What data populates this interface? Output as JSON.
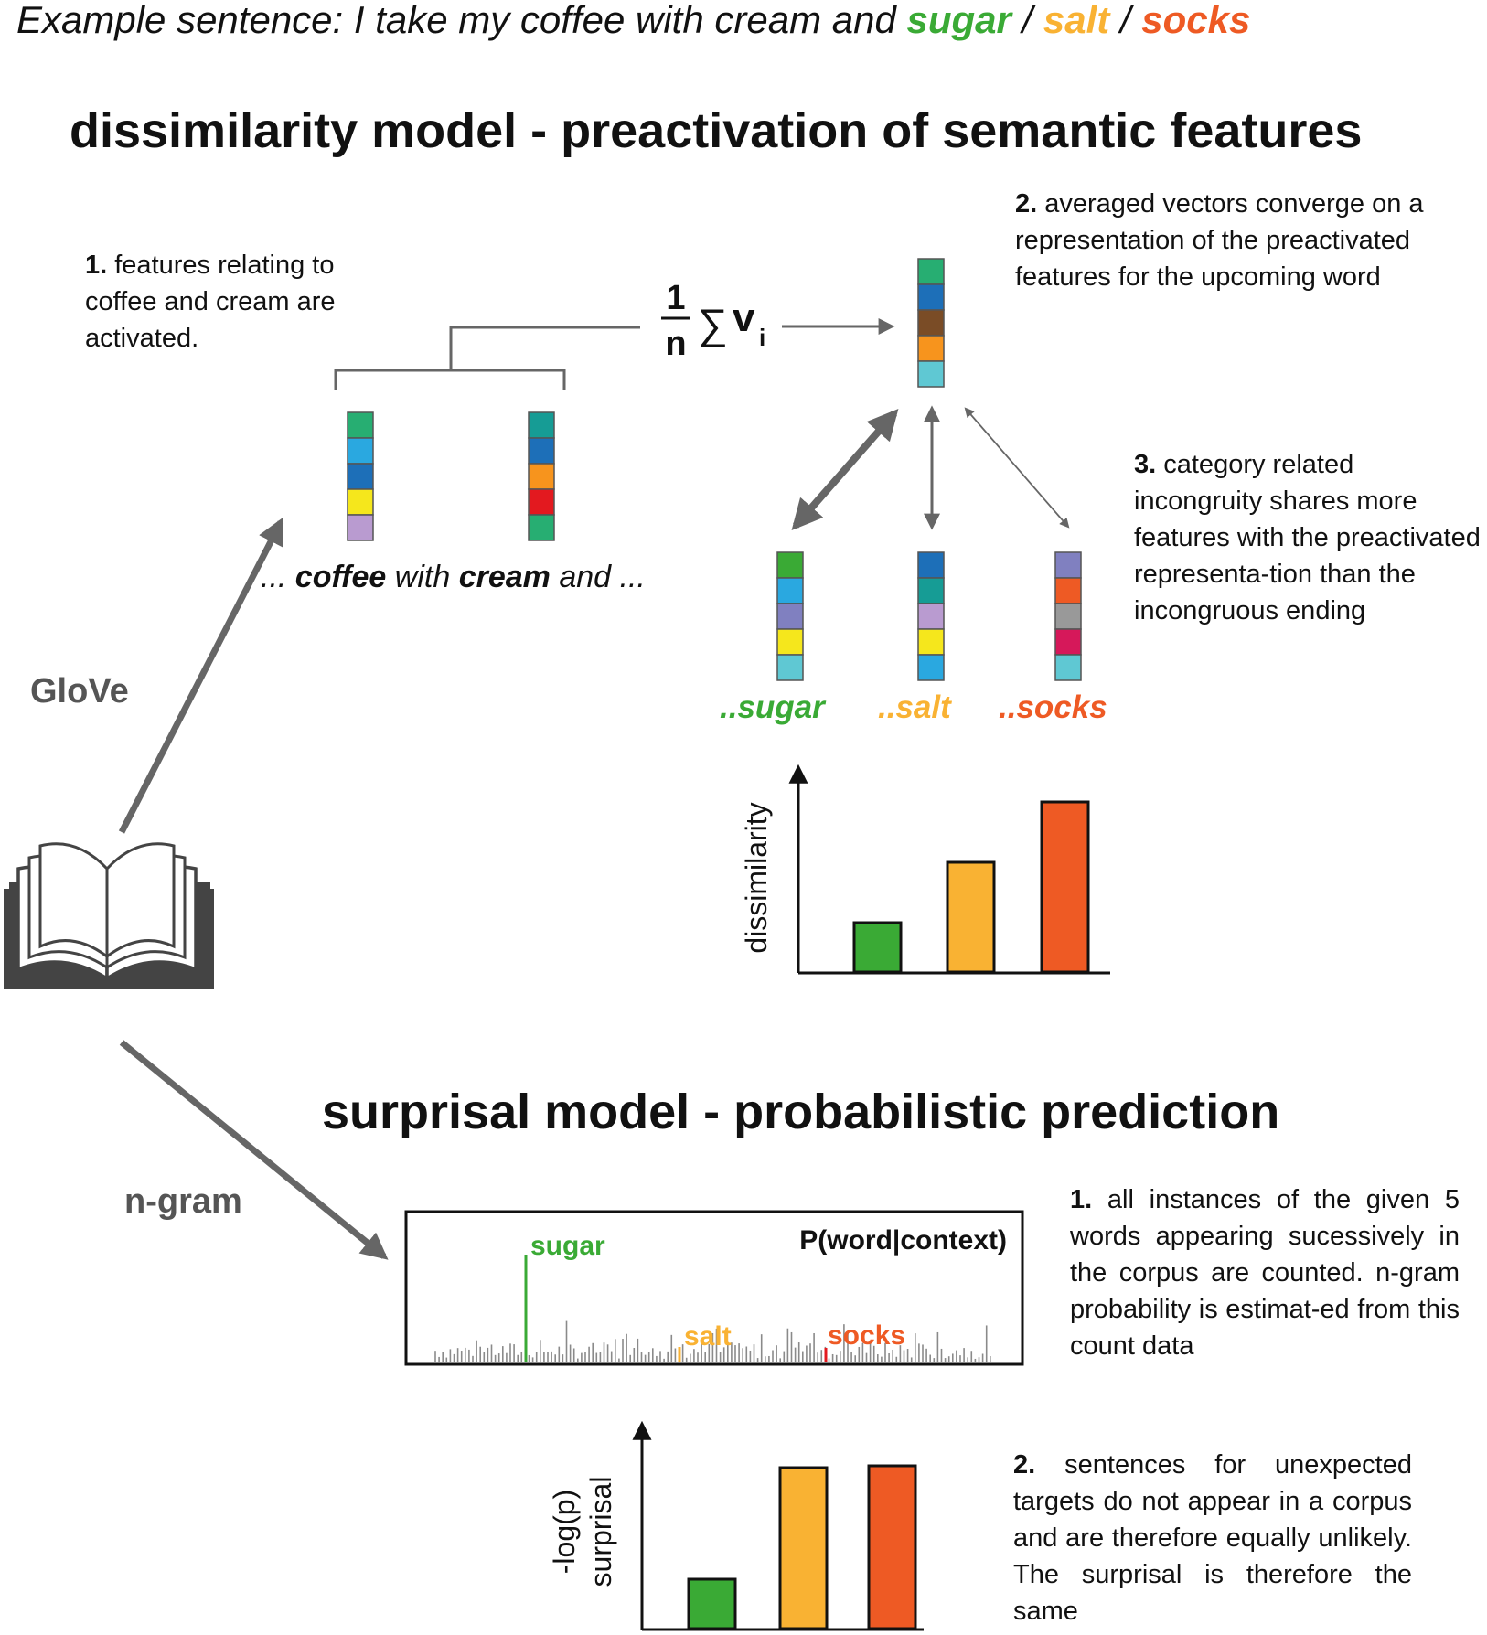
{
  "example": {
    "prefix": "Example sentence: I take my coffee with cream and",
    "sep1": "/",
    "sep2": "/",
    "w_sugar": "sugar",
    "w_salt": "salt",
    "w_socks": "socks"
  },
  "dissimilarity": {
    "title": "dissimilarity model - preactivation of semantic features",
    "step1_num": "1.",
    "step1_text": "features relating to coffee and cream are activated.",
    "step2_num": "2.",
    "step2_text": "averaged vectors converge on a representation of the preactivated features for the upcoming word",
    "step3_num": "3.",
    "step3_text": "category related incongruity shares more features with the preactivated representa-tion than the incongruous ending",
    "formula": {
      "numerator": "1",
      "denominator": "n",
      "sum": "∑",
      "var": "v",
      "sub": "i"
    },
    "phrase": {
      "pre": "...",
      "w1": "coffee",
      "mid": "with",
      "w2": "cream",
      "post": "and ..."
    },
    "endings": [
      "..sugar",
      "..salt",
      "..socks"
    ],
    "glove_label": "GloVe"
  },
  "surprisal": {
    "title": "surprisal model - probabilistic prediction",
    "ngram_label": "n-gram",
    "prob_label": "P(word|context)",
    "dist_labels": {
      "sugar": "sugar",
      "salt": "salt",
      "socks": "socks"
    },
    "step1_num": "1.",
    "step1_text": "all instances of the given 5 words appearing sucessively in the corpus are counted. n-gram probability is estimat-ed from this count data",
    "step2_num": "2.",
    "step2_text": "sentences for unexpected targets do not appear in a corpus and are therefore equally unlikely. The surprisal is therefore the same"
  },
  "vectors": {
    "coffee": [
      "#27ae72",
      "#2aa8e0",
      "#1d6fb8",
      "#f5e71c",
      "#b99bd0"
    ],
    "cream": [
      "#169c95",
      "#1d6fb8",
      "#f7941d",
      "#e3191f",
      "#27ae72"
    ],
    "avg": [
      "#27ae72",
      "#1d6fb8",
      "#7a4c26",
      "#f7941d",
      "#5fc8d3"
    ],
    "sugar": [
      "#3aaa35",
      "#2aa8e0",
      "#8080c0",
      "#f5e71c",
      "#5fc8d3"
    ],
    "salt": [
      "#1d6fb8",
      "#169c95",
      "#b99bd0",
      "#f5e71c",
      "#2aa8e0"
    ],
    "socks": [
      "#8080c0",
      "#ee5a24",
      "#999999",
      "#d6185a",
      "#5fc8d3"
    ]
  },
  "colors": {
    "sugar": "#3aaa35",
    "salt": "#f9b233",
    "socks": "#ee5a24",
    "gray_arrow": "#666666"
  },
  "icons": [
    "book-icon"
  ],
  "chart_data": [
    {
      "type": "bar",
      "categories": [
        "sugar",
        "salt",
        "socks"
      ],
      "values": [
        0.27,
        0.6,
        0.93
      ],
      "ylabel": "dissimilarity",
      "colors": [
        "#3aaa35",
        "#f9b233",
        "#ee5a24"
      ]
    },
    {
      "type": "bar",
      "categories": [
        "sugar",
        "salt",
        "socks"
      ],
      "values": [
        0.27,
        0.88,
        0.89
      ],
      "ylabel": "surprisal",
      "ylabel_secondary": "-log(p)",
      "colors": [
        "#3aaa35",
        "#f9b233",
        "#ee5a24"
      ]
    }
  ]
}
